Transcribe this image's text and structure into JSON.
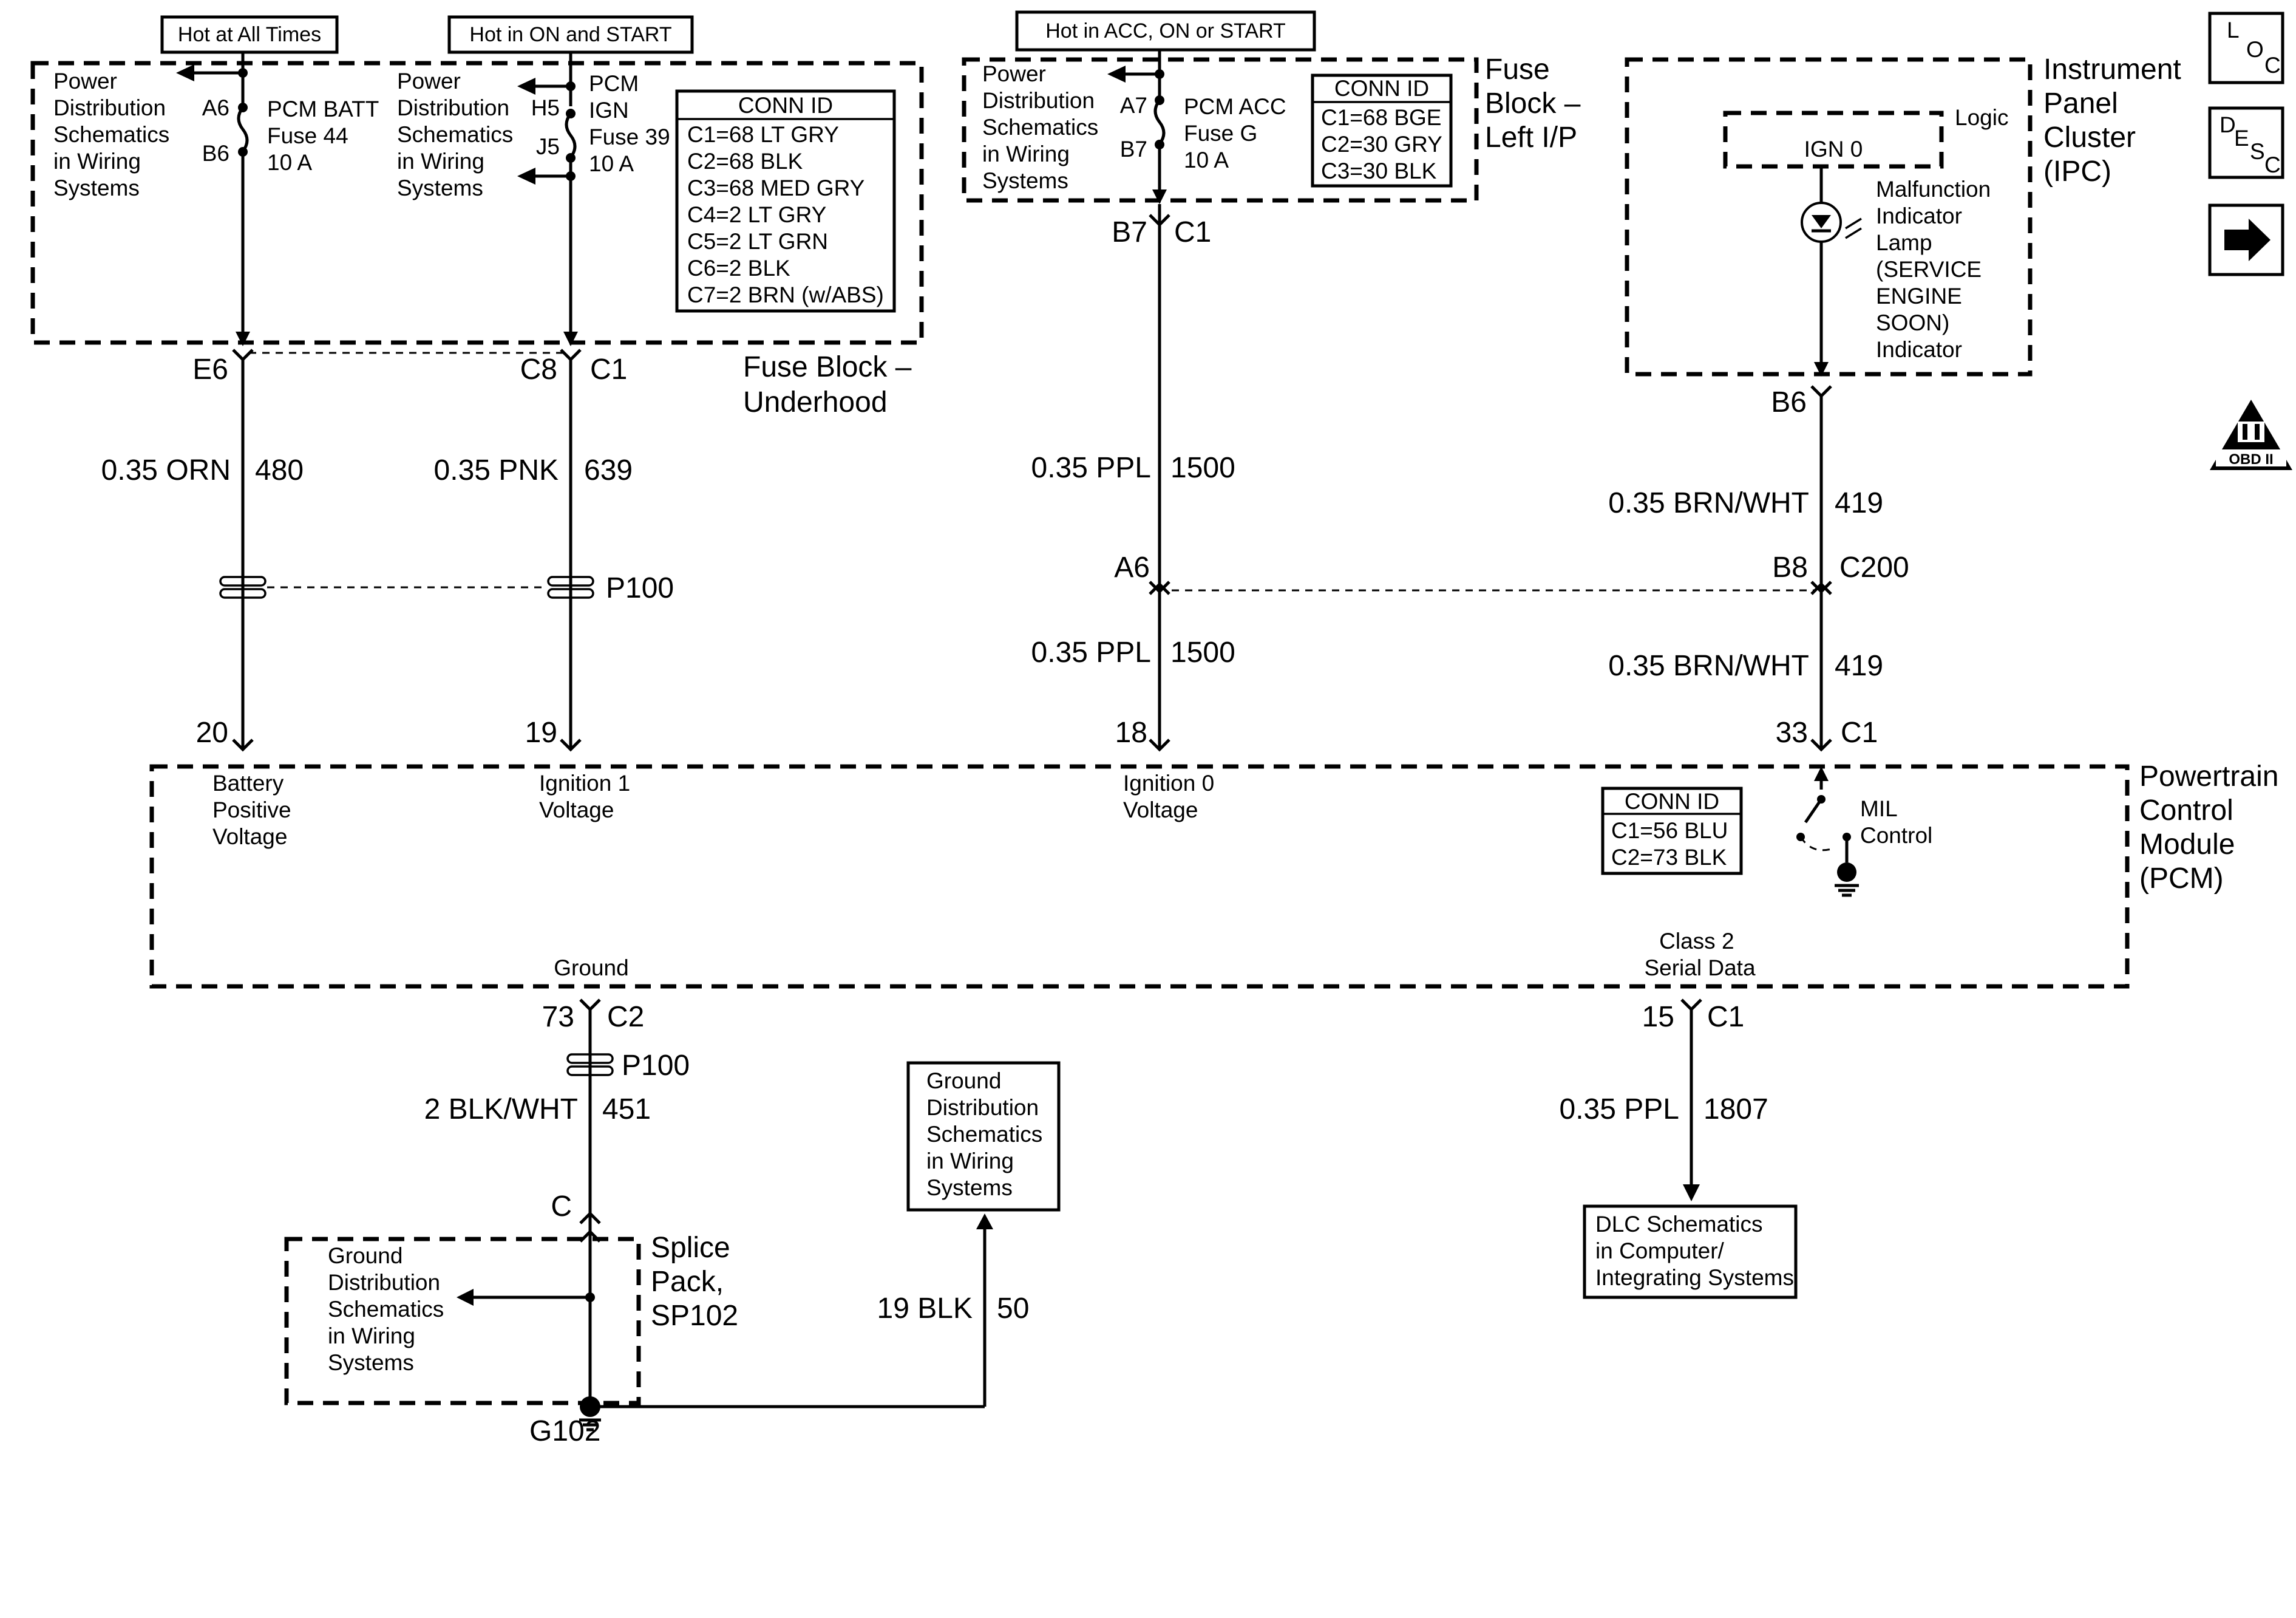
{
  "sources": {
    "hot_all_times": "Hot at All Times",
    "hot_on_start": "Hot in ON and START",
    "hot_acc_on_start": "Hot in ACC, ON or START"
  },
  "nav_icons": {
    "loc": [
      "L",
      "O",
      "C"
    ],
    "desc": [
      "D",
      "E",
      "S",
      "C"
    ],
    "next": "arrow-right-icon",
    "obd": "OBD II"
  },
  "underhood": {
    "title": [
      "Fuse Block –",
      "Underhood"
    ],
    "power_dist_left": [
      "Power",
      "Distribution",
      "Schematics",
      "in Wiring",
      "Systems"
    ],
    "power_dist_right": [
      "Power",
      "Distribution",
      "Schematics",
      "in Wiring",
      "Systems"
    ],
    "fuse_batt": {
      "pin_top": "A6",
      "pin_bot": "B6",
      "lines": [
        "PCM BATT",
        "Fuse  44",
        "10 A"
      ]
    },
    "fuse_ign": {
      "pin_top": "H5",
      "pin_bot": "J5",
      "lines": [
        "PCM",
        "IGN",
        "Fuse 39",
        "10 A"
      ]
    },
    "conn_id": {
      "title": "CONN ID",
      "rows": [
        "C1=68 LT GRY",
        "C2=68 BLK",
        "C3=68 MED GRY",
        "C4=2 LT GRY",
        "C5=2 LT GRN",
        "C6=2 BLK",
        "C7=2 BRN (w/ABS)"
      ]
    },
    "pin_e6": "E6",
    "pin_c8": "C8",
    "conn_c1": "C1"
  },
  "left_ip": {
    "title": [
      "Fuse",
      "Block –",
      "Left I/P"
    ],
    "power_dist": [
      "Power",
      "Distribution",
      "Schematics",
      "in Wiring",
      "Systems"
    ],
    "fuse": {
      "pin_top": "A7",
      "pin_bot": "B7",
      "lines": [
        "PCM ACC",
        "Fuse G",
        "10 A"
      ]
    },
    "conn_id": {
      "title": "CONN ID",
      "rows": [
        "C1=68 BGE",
        "C2=30 GRY",
        "C3=30 BLK"
      ]
    },
    "pin_b7": "B7",
    "conn_c1": "C1"
  },
  "ipc": {
    "title": [
      "Instrument",
      "Panel",
      "Cluster",
      "(IPC)"
    ],
    "logic": "Logic",
    "ign0": "IGN 0",
    "lamp": [
      "Malfunction",
      "Indicator",
      "Lamp",
      "(SERVICE",
      "ENGINE",
      "SOON)",
      "Indicator"
    ],
    "pin_b6": "B6"
  },
  "wires": {
    "w480": {
      "gauge": "0.35 ORN",
      "circuit": "480"
    },
    "w639": {
      "gauge": "0.35 PNK",
      "circuit": "639"
    },
    "w1500a": {
      "gauge": "0.35 PPL",
      "circuit": "1500"
    },
    "w1500b": {
      "gauge": "0.35 PPL",
      "circuit": "1500"
    },
    "w419a": {
      "gauge": "0.35 BRN/WHT",
      "circuit": "419"
    },
    "w419b": {
      "gauge": "0.35 BRN/WHT",
      "circuit": "419"
    },
    "w451": {
      "gauge": "2 BLK/WHT",
      "circuit": "451"
    },
    "w50": {
      "gauge": "19 BLK",
      "circuit": "50"
    },
    "w1807": {
      "gauge": "0.35 PPL",
      "circuit": "1807"
    }
  },
  "inline": {
    "p100_top": "P100",
    "a6": "A6",
    "b8": "B8",
    "c200": "C200"
  },
  "pcm": {
    "title": [
      "Powertrain",
      "Control",
      "Module",
      "(PCM)"
    ],
    "pin20": "20",
    "pin19": "19",
    "pin18": "18",
    "pin33": "33",
    "conn_c1": "C1",
    "batt": [
      "Battery",
      "Positive",
      "Voltage"
    ],
    "ign1": [
      "Ignition 1",
      "Voltage"
    ],
    "ign0": [
      "Ignition 0",
      "Voltage"
    ],
    "conn_id": {
      "title": "CONN ID",
      "rows": [
        "C1=56 BLU",
        "C2=73 BLK"
      ]
    },
    "mil": [
      "MIL",
      "Control"
    ],
    "ground": "Ground",
    "class2": [
      "Class 2",
      "Serial Data"
    ],
    "pin73": "73",
    "conn_c2": "C2",
    "pin15": "15",
    "conn_c1b": "C1"
  },
  "lower": {
    "p100_bot": "P100",
    "pin_c": "C",
    "splice": [
      "Splice",
      "Pack,",
      "SP102"
    ],
    "ground_dist_left": [
      "Ground",
      "Distribution",
      "Schematics",
      "in Wiring",
      "Systems"
    ],
    "ground_dist_box": [
      "Ground",
      "Distribution",
      "Schematics",
      "in Wiring",
      "Systems"
    ],
    "g102": "G102",
    "dlc": [
      "DLC Schematics",
      "in Computer/",
      "Integrating Systems"
    ]
  }
}
